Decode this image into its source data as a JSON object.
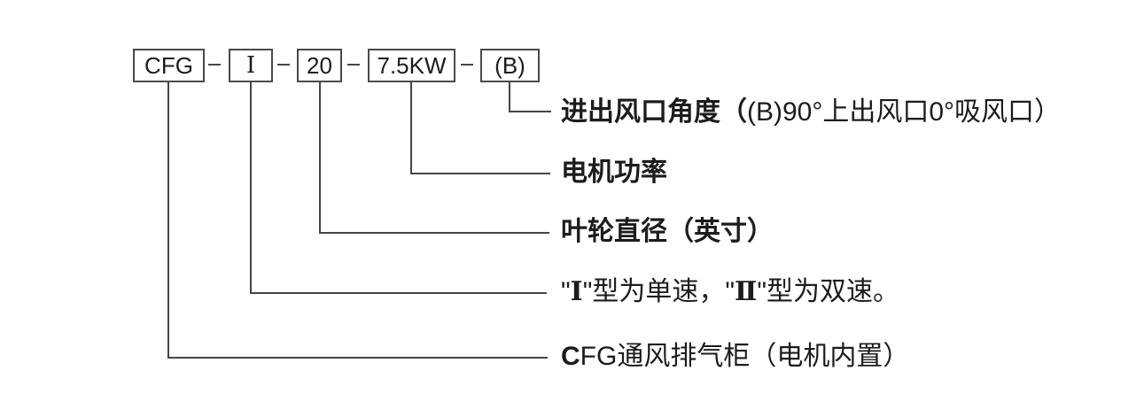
{
  "model_code": {
    "separator": "—",
    "segments": [
      {
        "name": "series-code",
        "text": "CFG"
      },
      {
        "name": "speed-type",
        "text": "Ⅰ"
      },
      {
        "name": "impeller-diameter",
        "text": "20"
      },
      {
        "name": "motor-power",
        "text": "7.5KW"
      },
      {
        "name": "outlet-angle",
        "text": "(B)"
      }
    ]
  },
  "annotations": [
    {
      "target": "outlet-angle",
      "runs": [
        {
          "text": "进出风口角度（",
          "style": "bold"
        },
        {
          "text": "(B)90°上出风口0°吸风口）",
          "style": "regular"
        }
      ]
    },
    {
      "target": "motor-power",
      "runs": [
        {
          "text": "电机功率",
          "style": "bold"
        }
      ]
    },
    {
      "target": "impeller-diameter",
      "runs": [
        {
          "text": "叶轮直径（英寸）",
          "style": "bold"
        }
      ]
    },
    {
      "target": "speed-type",
      "runs": [
        {
          "text": "\"",
          "style": "regular"
        },
        {
          "text": "Ⅰ",
          "style": "roman"
        },
        {
          "text": "\"型为单速，\"",
          "style": "regular"
        },
        {
          "text": "Ⅱ",
          "style": "roman"
        },
        {
          "text": "\"型为双速。",
          "style": "regular"
        }
      ]
    },
    {
      "target": "series-code",
      "runs": [
        {
          "text": "C",
          "style": "bold"
        },
        {
          "text": "FG通风排气柜（电机内置）",
          "style": "regular"
        }
      ]
    }
  ],
  "colors": {
    "background": "#ffffff",
    "line": "#454545",
    "box_border": "#4a4a4a",
    "text": "#1c1c1c"
  }
}
